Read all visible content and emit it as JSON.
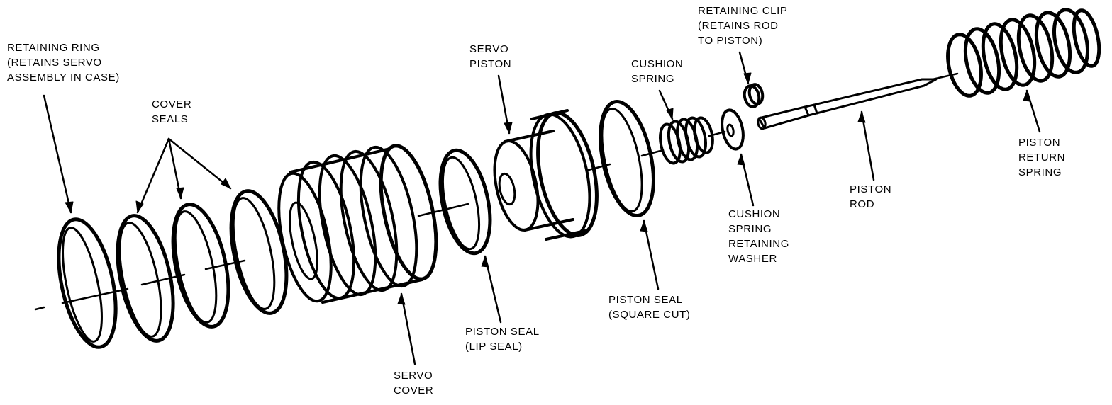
{
  "labels": {
    "retaining_ring": [
      "RETAINING RING",
      "(RETAINS SERVO",
      "ASSEMBLY IN CASE)"
    ],
    "cover_seals": [
      "COVER",
      "SEALS"
    ],
    "servo_cover": [
      "SERVO",
      "COVER"
    ],
    "piston_seal_lip": [
      "PISTON SEAL",
      "(LIP SEAL)"
    ],
    "servo_piston": [
      "SERVO",
      "PISTON"
    ],
    "piston_seal_square": [
      "PISTON SEAL",
      "(SQUARE CUT)"
    ],
    "cushion_spring": [
      "CUSHION",
      "SPRING"
    ],
    "retaining_clip": [
      "RETAINING CLIP",
      "(RETAINS ROD",
      "TO PISTON)"
    ],
    "cushion_spring_retaining_washer": [
      "CUSHION",
      "SPRING",
      "RETAINING",
      "WASHER"
    ],
    "piston_rod": [
      "PISTON",
      "ROD"
    ],
    "piston_return_spring": [
      "PISTON",
      "RETURN",
      "SPRING"
    ]
  },
  "colors": {
    "ink": "#000000",
    "paper": "#ffffff"
  }
}
